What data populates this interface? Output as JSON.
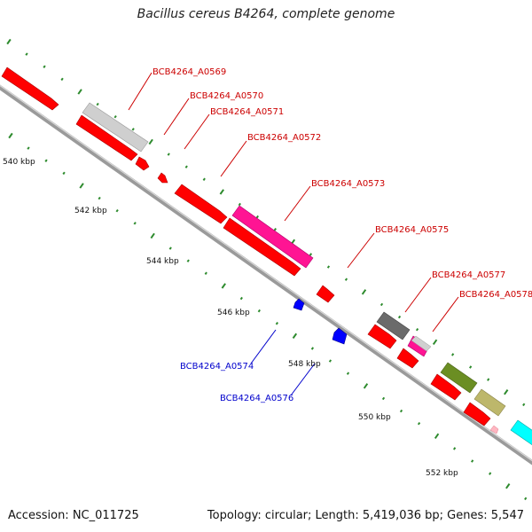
{
  "title": "Bacillus cereus B4264, complete genome",
  "footer": {
    "accession": "Accession: NC_011725",
    "summary": "Topology: circular; Length: 5,419,036 bp; Genes: 5,547"
  },
  "colors": {
    "backbone": "#888888",
    "tick_dots": "#2e8b2e",
    "forward_label": "#cc0000",
    "reverse_label": "#0000cc"
  },
  "kbp_labels": [
    "540 kbp",
    "542 kbp",
    "544 kbp",
    "546 kbp",
    "548 kbp",
    "550 kbp",
    "552 kbp"
  ],
  "gene_labels_forward": [
    "BCB4264_A0569",
    "BCB4264_A0570",
    "BCB4264_A0571",
    "BCB4264_A0572",
    "BCB4264_A0573",
    "BCB4264_A0575",
    "BCB4264_A0577",
    "BCB4264_A0578"
  ],
  "gene_labels_reverse": [
    "BCB4264_A0574",
    "BCB4264_A0576"
  ],
  "feature_colors": [
    "#ff0000",
    "#c8c8c8",
    "#ff1493",
    "#0000ff",
    "#6b6b6b",
    "#6b8e23",
    "#bdb76b",
    "#00ffff",
    "#ffb6c1"
  ]
}
